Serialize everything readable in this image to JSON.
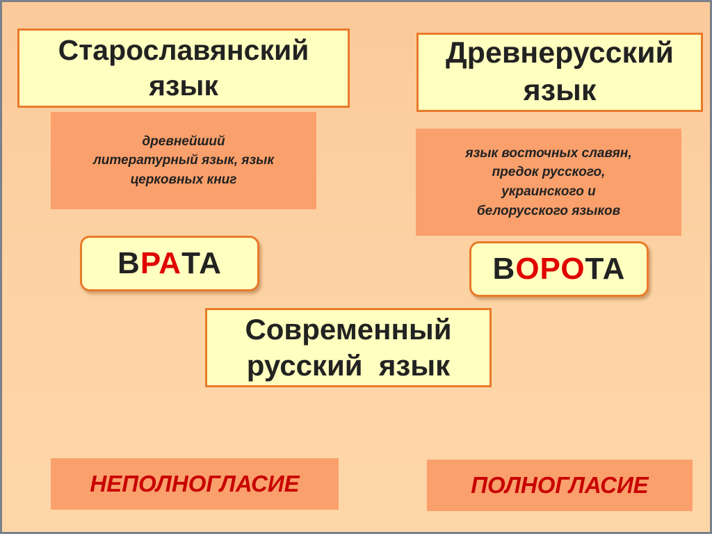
{
  "old_church_slavonic": {
    "title_line1": "Старославянский",
    "title_line2": "язык",
    "description_line1": "древнейший",
    "description_line2": "литературный язык, язык",
    "description_line3": "церковных книг",
    "example": {
      "p1": "В",
      "p2": "РА",
      "p3": "ТА"
    },
    "term": "НЕПОЛНОГЛАСИЕ"
  },
  "old_russian": {
    "title_line1": "Древнерусский",
    "title_line2": "язык",
    "description_line1": "язык восточных славян,",
    "description_line2": "предок русского,",
    "description_line3": "украинского и",
    "description_line4": "белорусского языков",
    "example": {
      "p1": "В",
      "p2": "ОРО",
      "p3": "ТА"
    },
    "term": "ПОЛНОГЛАСИЕ"
  },
  "modern_russian": {
    "title_line1": "Современный",
    "title_line2": "русский  язык"
  },
  "colors": {
    "box_fill": "#ffffc0",
    "box_border": "#e87a2a",
    "desc_fill": "#f9a06c",
    "highlight": "#e00000",
    "term_text": "#c80000"
  }
}
